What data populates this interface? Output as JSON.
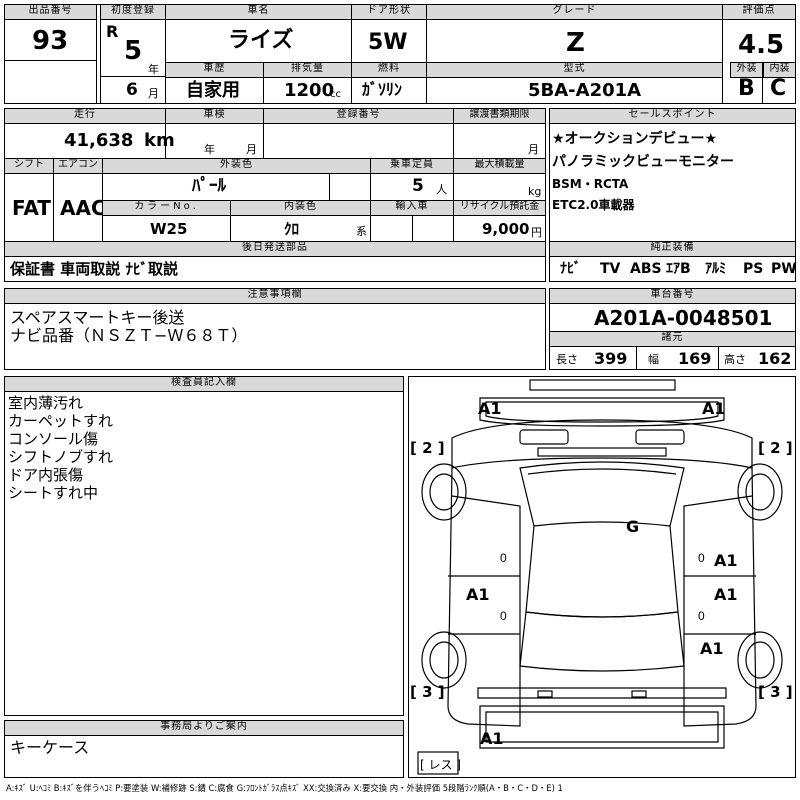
{
  "headers": {
    "lot": "出品番号",
    "first_reg": "初度登録",
    "car_name": "車名",
    "door": "ドア形状",
    "grade": "グレード",
    "score": "評価点",
    "history": "車歴",
    "displacement": "排気量",
    "fuel": "燃料",
    "model": "型式",
    "exterior": "外装",
    "interior": "内装",
    "mileage": "走行",
    "inspection": "車検",
    "reg_no": "登録番号",
    "transfer_doc": "譲渡書類期限",
    "sales_point": "セールスポイント",
    "shift": "シフト",
    "ac": "エアコン",
    "ext_color": "外装色",
    "capacity": "乗車定員",
    "max_load": "最大積載量",
    "color_no": "カラーNo.",
    "int_color": "内装色",
    "import": "輸入車",
    "recycle": "リサイクル預託金",
    "after_parts": "後日発送部品",
    "genuine": "純正装備",
    "notes": "注意事項欄",
    "chassis": "車台番号",
    "dims": "諸元",
    "inspector": "検査員記入欄",
    "office": "事務局よりご案内"
  },
  "vehicle": {
    "lot": "93",
    "era": "R",
    "year": "5",
    "year_unit": "年",
    "month": "6",
    "month_unit": "月",
    "name": "ライズ",
    "door": "5W",
    "grade": "Z",
    "score": "4.5",
    "exterior_score": "B",
    "interior_score": "C",
    "history": "自家用",
    "displacement": "1200",
    "displacement_unit": "cc",
    "fuel": "ｶﾞｿﾘﾝ",
    "model": "5BA-A201A",
    "mileage": "41,638",
    "mileage_unit": "km",
    "inspection_year_unit": "年",
    "inspection_month_unit": "月",
    "transfer_month_unit": "月",
    "shift": "FAT",
    "ac": "AAC",
    "ext_color": "ﾊﾟｰﾙ",
    "capacity": "5",
    "capacity_unit": "人",
    "load_unit": "kg",
    "color_no": "W25",
    "int_color": "ｸﾛ",
    "int_color_unit": "系",
    "recycle": "9,000",
    "recycle_unit": "円",
    "chassis": "A201A-0048501",
    "length_label": "長さ",
    "length": "399",
    "width_label": "幅",
    "width": "169",
    "height_label": "高さ",
    "height": "162"
  },
  "sales_points": [
    "★オークションデビュー★",
    "パノラミックビューモニター",
    "BSM・RCTA",
    "ETC2.0車載器"
  ],
  "after_parts": "保証書 車両取説 ﾅﾋﾞ取説",
  "genuine_equipment": [
    "ﾅﾋﾞ",
    "TV",
    "ABS",
    "ｴｱB",
    "ｱﾙﾐ",
    "PS",
    "PW"
  ],
  "notes": [
    "スペアスマートキー後送",
    "ナビ品番（ＮＳＺＴ−Ｗ６８Ｔ）"
  ],
  "inspector_notes": [
    "室内薄汚れ",
    "カーペットすれ",
    "コンソール傷",
    "シフトノブすれ",
    "ドア内張傷",
    "シートすれ中"
  ],
  "office_notes": [
    "キーケース"
  ],
  "diagram": {
    "marks": {
      "front_left": "A1",
      "front_right": "A1",
      "roof": "G",
      "right_front_door": "A1",
      "left_rear_door": "A1",
      "right_rear_door": "A1",
      "right_rear_fender": "A1",
      "rear": "A1",
      "left_front_zero": "0",
      "right_front_zero": "0",
      "left_rear_zero": "0",
      "right_rear_zero": "0"
    },
    "tires": {
      "fl": "[ 2 ]",
      "fr": "[ 2 ]",
      "rl": "[ 3 ]",
      "rr": "[ 3 ]",
      "spare": "[ レス ]"
    }
  },
  "legend": "A:ｷｽﾞ U:ﾍｺﾐ B:ｷｽﾞを伴うﾍｺﾐ P:要塗装 W:補修跡 S:錆 C:腐食 G:ﾌﾛﾝﾄｶﾞﾗｽ点ｷｽﾞ XX:交換済み X:要交換 内・外装評価 5段階ﾗﾝｸ順(A・B・C・D・E) 1"
}
